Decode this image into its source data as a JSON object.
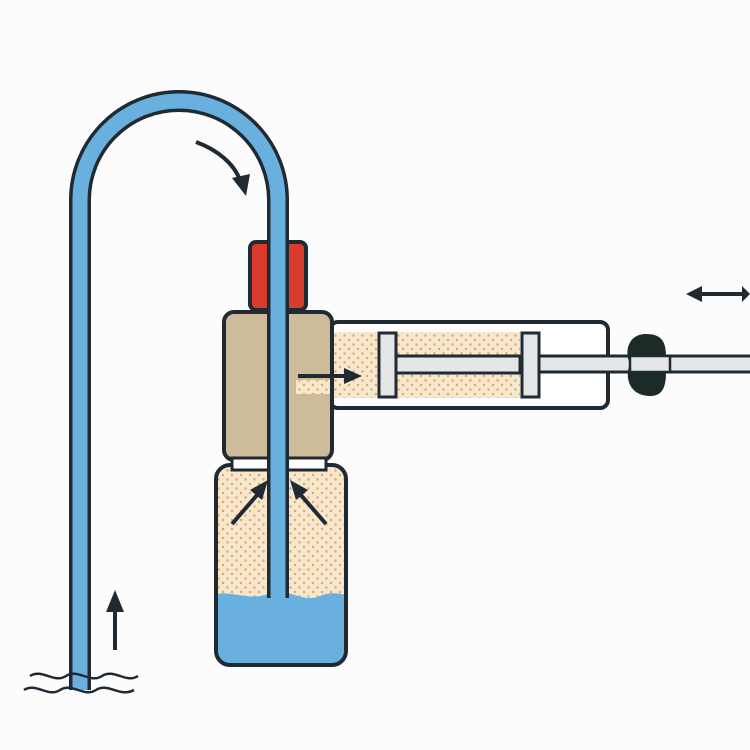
{
  "diagram": {
    "type": "pump-siphon-schematic",
    "components": [
      "tube",
      "fitting",
      "valve-body",
      "bottle",
      "pump-barrel",
      "plunger",
      "piston-rod",
      "handle-grip"
    ],
    "flow_arrows": [
      "up-arrow",
      "curve-arrow",
      "outflow-arrow",
      "inflow-left-arrow",
      "inflow-right-arrow",
      "stroke-double-arrow"
    ],
    "colors": {
      "background": "#fcfcfd",
      "water": "#6ab0de",
      "outline": "#1f2a33",
      "fitting": "#d93a2b",
      "body": "#cdbb9a",
      "foam": "#f7e7cc",
      "foam_dot": "#e0a56a",
      "rod": "#e4e6e8",
      "grip": "#1c2a28"
    }
  }
}
